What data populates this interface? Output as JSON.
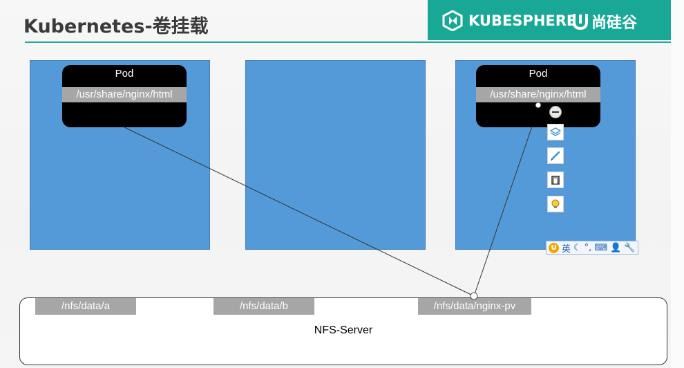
{
  "header": {
    "title": "Kubernetes-卷挂载",
    "brand_primary": "KUBESPHERE",
    "brand_secondary": "尚硅谷"
  },
  "pods": [
    {
      "title": "Pod",
      "mount_path": "/usr/share/nginx/html"
    },
    {
      "title": "Pod",
      "mount_path": "/usr/share/nginx/html"
    }
  ],
  "nfs": {
    "server_label": "NFS-Server",
    "dirs": [
      "/nfs/data/a",
      "/nfs/data/b",
      "/nfs/data/nginx-pv"
    ]
  },
  "annotation_toolbar": {
    "tools": [
      "eraser-icon",
      "layers-icon",
      "pen-icon",
      "frame-icon",
      "lightbulb-icon"
    ]
  },
  "ime_bar": {
    "logo": "U",
    "language": "英",
    "icons": [
      "moon-icon",
      "punctuation-icon",
      "keyboard-icon",
      "user-icon",
      "wrench-icon"
    ]
  },
  "colors": {
    "accent": "#19a896",
    "node_fill": "#559ad8",
    "pod_fill": "#000000",
    "path_fill": "#a6a6a6"
  }
}
